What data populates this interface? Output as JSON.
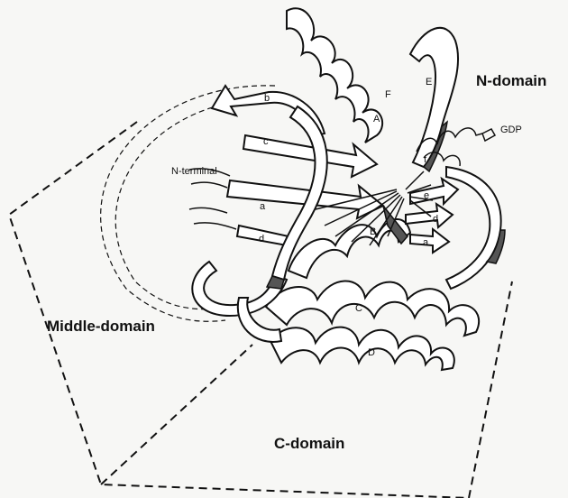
{
  "labels": {
    "n_domain": "N-domain",
    "middle_domain": "Middle-domain",
    "c_domain": "C-domain",
    "gdp": "GDP",
    "n_terminal": "N-terminal"
  },
  "helices": [
    "A",
    "B",
    "C",
    "D",
    "E",
    "F"
  ],
  "strands": [
    "a",
    "b",
    "c",
    "d",
    "d",
    "e",
    "f",
    "a"
  ]
}
